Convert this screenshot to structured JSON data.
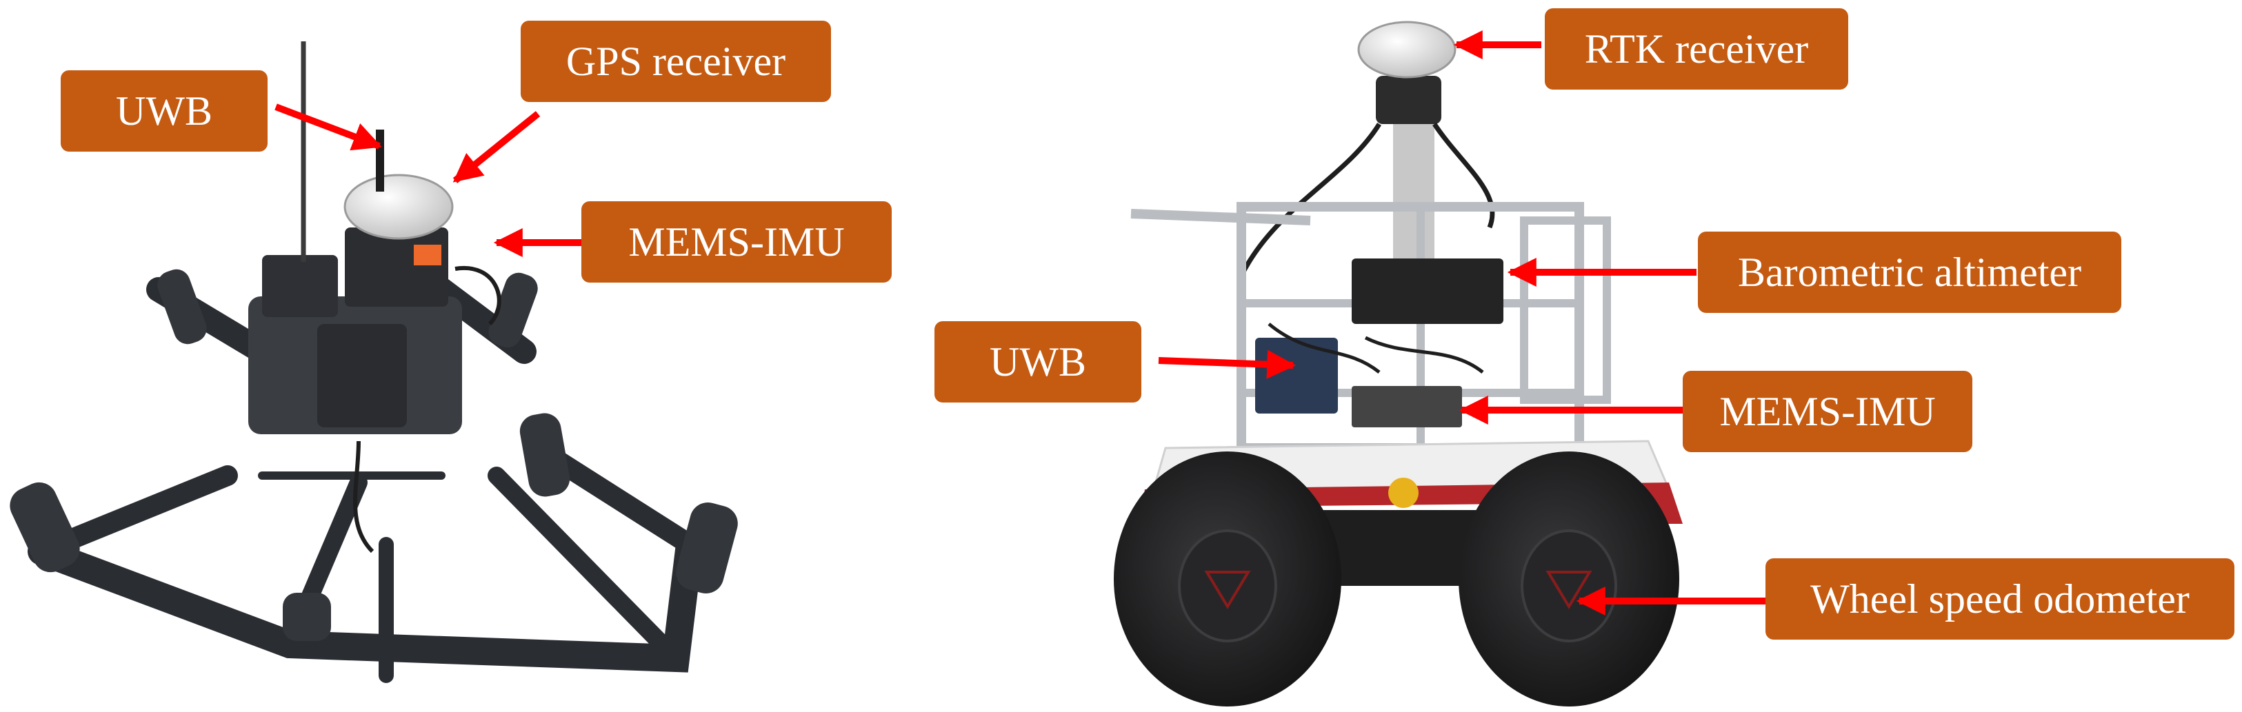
{
  "colors": {
    "label_fill": "#C55A11",
    "label_text": "#ffffff",
    "arrow": "#FF0000",
    "frame_dark": "#2a2d32",
    "tire": "#1f1f21",
    "chassis_white": "#efefef",
    "chassis_red": "#b4262a"
  },
  "left_platform": {
    "kind": "drone",
    "labels": {
      "uwb": "UWB",
      "gps_receiver": "GPS receiver",
      "mems_imu": "MEMS-IMU"
    }
  },
  "right_platform": {
    "kind": "ground-robot",
    "labels": {
      "rtk_receiver": "RTK receiver",
      "barometric_altimeter": "Barometric altimeter",
      "uwb": "UWB",
      "mems_imu": "MEMS-IMU",
      "wheel_speed_odometer": "Wheel speed odometer"
    }
  }
}
